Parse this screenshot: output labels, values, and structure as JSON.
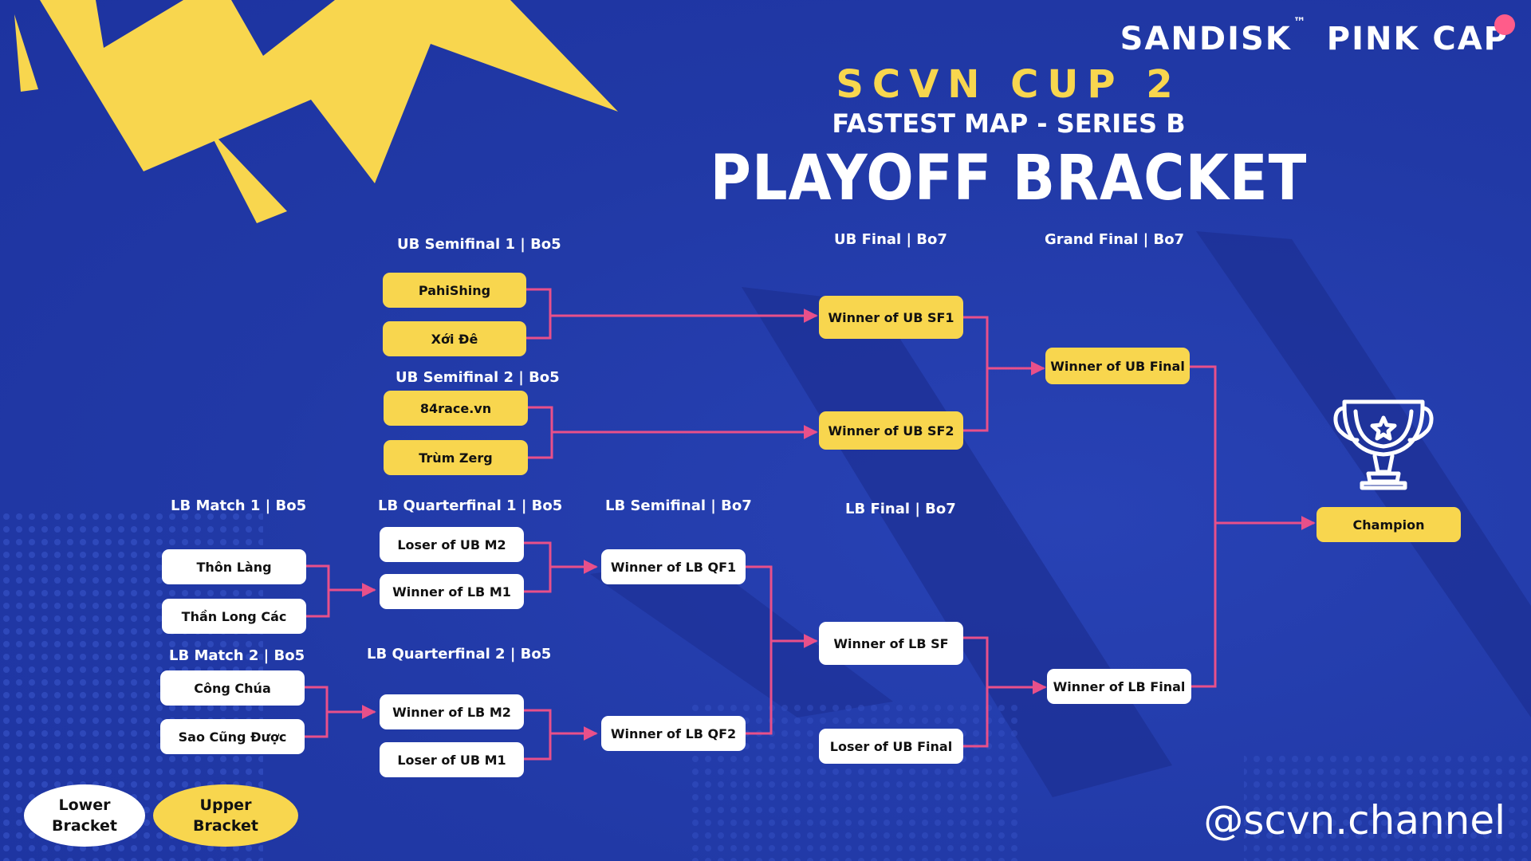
{
  "branding": {
    "sponsor_name": "SANDISK",
    "trademark": "™",
    "product_name": "PINK CAP",
    "accent_color": "#ff5c8a"
  },
  "titles": {
    "cup": "SCVN CUP 2",
    "subtitle": "FASTEST MAP - SERIES B",
    "main": "PLAYOFF BRACKET"
  },
  "rounds": {
    "ub_semifinal_1": "UB Semifinal 1 | Bo5",
    "ub_semifinal_2": "UB Semifinal 2 | Bo5",
    "ub_final": "UB Final | Bo7",
    "grand_final": "Grand Final | Bo7",
    "lb_match_1": "LB Match 1 | Bo5",
    "lb_match_2": "LB Match 2 | Bo5",
    "lb_quarterfinal_1": "LB Quarterfinal 1 | Bo5",
    "lb_quarterfinal_2": "LB Quarterfinal 2 | Bo5",
    "lb_semifinal": "LB Semifinal | Bo7",
    "lb_final": "LB Final | Bo7"
  },
  "slots": {
    "ub_sf1_a": "PahiShing",
    "ub_sf1_b": "Xới Đê",
    "ub_sf2_a": "84race.vn",
    "ub_sf2_b": "Trùm Zerg",
    "ub_final_a": "Winner of UB SF1",
    "ub_final_b": "Winner of UB SF2",
    "gf_upper": "Winner of UB Final",
    "champion": "Champion",
    "lb_m1_a": "Thôn Làng",
    "lb_m1_b": "Thần Long Các",
    "lb_m2_a": "Công Chúa",
    "lb_m2_b": "Sao Cũng Được",
    "lb_qf1_a": "Loser of UB M2",
    "lb_qf1_b": "Winner of LB M1",
    "lb_qf2_a": "Winner of LB M2",
    "lb_qf2_b": "Loser of UB M1",
    "lb_sf_a": "Winner of LB QF1",
    "lb_sf_b": "Winner of LB QF2",
    "lb_final_a": "Winner of LB SF",
    "lb_final_b": "Loser of UB Final",
    "gf_lower": "Winner of LB Final"
  },
  "legend": {
    "lower": "Lower\nBracket",
    "upper": "Upper\nBracket"
  },
  "footer": {
    "handle": "@scvn.channel"
  },
  "colors": {
    "background": "#2139a6",
    "upper_bracket": "#f8d64e",
    "lower_bracket": "#ffffff",
    "connector": "#e8508a",
    "lightning": "#f8d64e"
  },
  "icons": {
    "champion": "trophy-icon"
  }
}
